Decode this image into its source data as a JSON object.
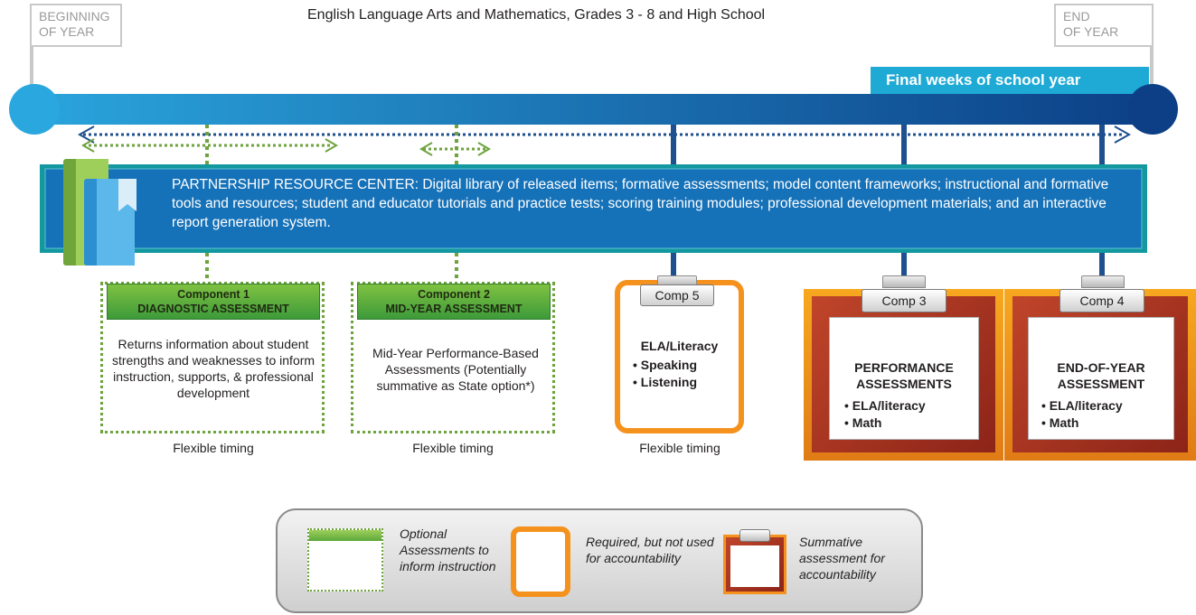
{
  "header": {
    "title": "English Language Arts and Mathematics, Grades 3 - 8 and High School",
    "beginning_line1": "BEGINNING",
    "beginning_line2": "OF YEAR",
    "end_line1": "END",
    "end_line2": "OF YEAR",
    "final_weeks": "Final weeks of school year"
  },
  "resource_center": {
    "text": "PARTNERSHIP RESOURCE CENTER: Digital library of released items; formative assessments; model content frameworks; instructional and formative tools and resources; student and educator tutorials and practice tests; scoring training modules; professional development materials; and an interactive report generation system."
  },
  "component1": {
    "title_line1": "Component 1",
    "title_line2": "DIAGNOSTIC ASSESSMENT",
    "body": "Returns information about student strengths and weaknesses to inform instruction, supports, & professional development",
    "timing": "Flexible timing"
  },
  "component2": {
    "title_line1": "Component 2",
    "title_line2": "MID-YEAR ASSESSMENT",
    "body": "Mid-Year Performance-Based Assessments (Potentially summative as State option*)",
    "timing": "Flexible timing"
  },
  "component5": {
    "tab": "Comp 5",
    "heading": "ELA/Literacy",
    "items": [
      "• Speaking",
      "• Listening"
    ],
    "timing": "Flexible timing"
  },
  "component3": {
    "tab": "Comp 3",
    "heading_line1": "PERFORMANCE",
    "heading_line2": "ASSESSMENTS",
    "items": [
      "• ELA/literacy",
      "• Math"
    ]
  },
  "component4": {
    "tab": "Comp 4",
    "heading_line1": "END-OF-YEAR",
    "heading_line2": "ASSESSMENT",
    "items": [
      "• ELA/literacy",
      "• Math"
    ]
  },
  "legend": {
    "optional": "Optional Assessments to inform instruction",
    "required": "Required, but not used for accountability",
    "summative": "Summative assessment for accountability"
  },
  "colors": {
    "timeline_blue": "#0a5ea8",
    "accent_cyan": "#1eaad4",
    "optional_green": "#5aa83a",
    "required_orange": "#f5921e",
    "summative_red": "#b5371c"
  }
}
